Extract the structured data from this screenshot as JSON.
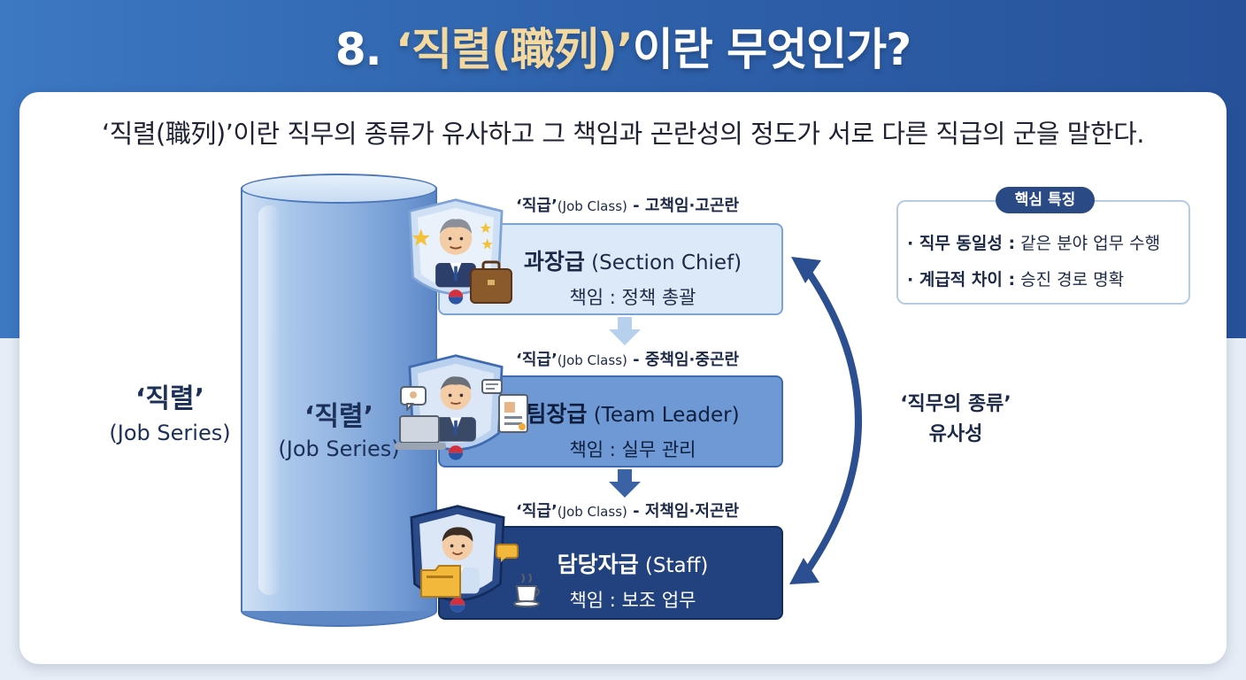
{
  "title": {
    "prefix": "8. ",
    "highlight": "‘직렬(職列)’",
    "suffix": "이란 무엇인가?"
  },
  "definition": "‘직렬(職列)’이란 직무의 종류가 유사하고 그 책임과 곤란성의 정도가 서로 다른 직급의 군을 말한다.",
  "side_label": {
    "korean": "‘직렬’",
    "english": "(Job Series)"
  },
  "cylinder_label": {
    "korean": "‘직렬’",
    "english": "(Job Series)"
  },
  "ranks": [
    {
      "tag_main": "‘직급’",
      "tag_small": "(Job Class)",
      "tag_desc": " - 고책임·고곤란",
      "name": "과장급",
      "name_en": " (Section Chief)",
      "responsibility": "책임 : 정책 총괄"
    },
    {
      "tag_main": "‘직급’",
      "tag_small": "(Job Class)",
      "tag_desc": " - 중책임·중곤란",
      "name": "팀장급",
      "name_en": " (Team Leader)",
      "responsibility": "책임 : 실무 관리"
    },
    {
      "tag_main": "‘직급’",
      "tag_small": "(Job Class)",
      "tag_desc": " - 저책임·저곤란",
      "name": "담당자급",
      "name_en": " (Staff)",
      "responsibility": "책임 : 보조 업무"
    }
  ],
  "key_features": {
    "title": "핵심 특징",
    "items": [
      {
        "label": "· 직무 동일성 :",
        "text": " 같은 분야 업무 수행"
      },
      {
        "label": "· 계급적 차이 :",
        "text": " 승진 경로 명확"
      }
    ]
  },
  "arc_label": {
    "line1": "‘직무의 종류’",
    "line2": "유사성"
  },
  "colors": {
    "header_blue": "#2f63ad",
    "accent_gold": "#f3d9a0",
    "navy": "#22427f",
    "mid_blue": "#6e99d4",
    "light_blue": "#dce9f8"
  },
  "icons": [
    "section-chief-avatar-icon",
    "team-leader-avatar-icon",
    "staff-avatar-icon",
    "briefcase-icon",
    "star-icon",
    "laptop-icon",
    "document-icon",
    "folder-icon",
    "coffee-cup-icon",
    "taegeuk-emblem-icon",
    "down-arrow-icon",
    "curved-double-arrow-icon"
  ]
}
